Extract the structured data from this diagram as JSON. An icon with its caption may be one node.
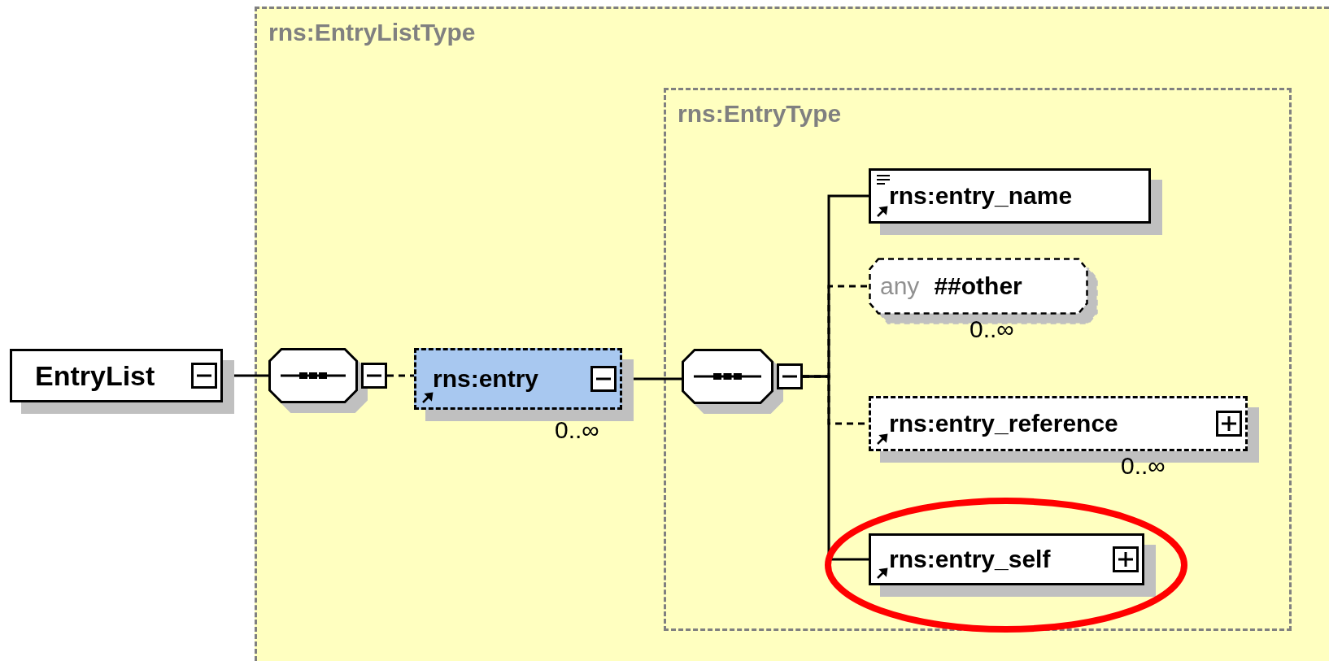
{
  "diagram": {
    "nodes": [
      {
        "text": [
          "rns:EntryListType"
        ]
      },
      {
        "text": [
          "rns:EntryType"
        ],
        "in": 0
      },
      {
        "text": [
          "EntryList"
        ]
      },
      {
        "text": [],
        "shape": "octagon",
        "in": 0
      },
      {
        "text": [
          "rns:entry"
        ],
        "beside": [
          "0..∞"
        ],
        "in": 0
      },
      {
        "text": [],
        "shape": "octagon",
        "in": 1
      },
      {
        "text": [
          "rns:entry_name"
        ],
        "in": 1
      },
      {
        "text": [
          "any",
          "##other"
        ],
        "beside": [
          "0..∞"
        ],
        "in": 1
      },
      {
        "text": [
          "rns:entry_reference"
        ],
        "beside": [
          "0..∞"
        ],
        "in": 1
      },
      {
        "text": [
          "rns:entry_self"
        ],
        "in": 1
      }
    ],
    "edges": [
      {
        "from": 2,
        "to": 3,
        "arrow": "none"
      },
      {
        "from": 3,
        "to": 4,
        "arrow": "none",
        "style": "dashed"
      },
      {
        "from": 4,
        "to": 5,
        "arrow": "none"
      },
      {
        "from": 5,
        "to": 6,
        "arrow": "none"
      },
      {
        "from": 5,
        "to": 7,
        "arrow": "none",
        "style": "dashed"
      },
      {
        "from": 5,
        "to": 8,
        "arrow": "none",
        "style": "dashed"
      },
      {
        "from": 5,
        "to": 9,
        "arrow": "none"
      }
    ]
  }
}
